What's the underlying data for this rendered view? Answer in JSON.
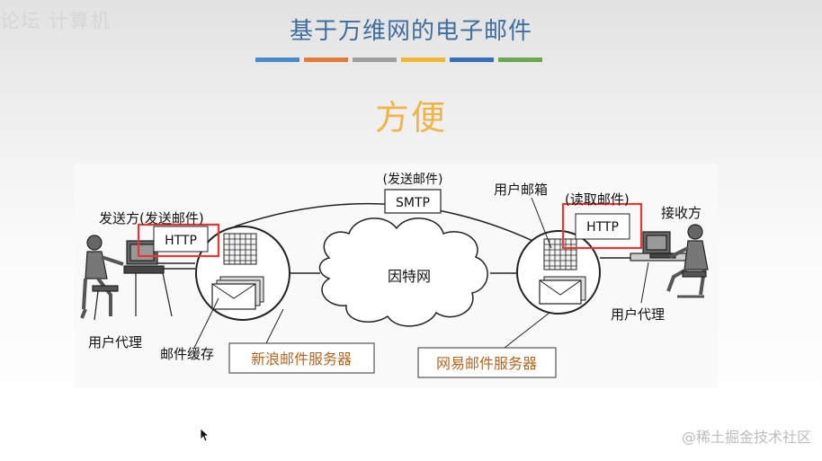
{
  "slide": {
    "watermark_top": "论坛 计算机",
    "title": "基于万维网的电子邮件",
    "title_bar_colors": [
      "#4a8cc8",
      "#e07b39",
      "#9e9e9e",
      "#f2b630",
      "#3a6fb5",
      "#6aa84f"
    ],
    "subtitle": "方便",
    "watermark_bottom": "@稀土掘金技术社区"
  },
  "diagram": {
    "sender": "发送方(发送邮件)",
    "receiver": "接收方",
    "user_agent_left": "用户代理",
    "user_agent_right": "用户代理",
    "mail_cache": "邮件缓存",
    "user_mailbox": "用户邮箱",
    "send_mail": "(发送邮件)",
    "read_mail": "(读取邮件)",
    "smtp": "SMTP",
    "http_left": "HTTP",
    "http_right": "HTTP",
    "internet": "因特网",
    "sina_server": "新浪邮件服务器",
    "netease_server": "网易邮件服务器",
    "highlight_color": "#e53935",
    "server_label_color": "#b5651d"
  }
}
